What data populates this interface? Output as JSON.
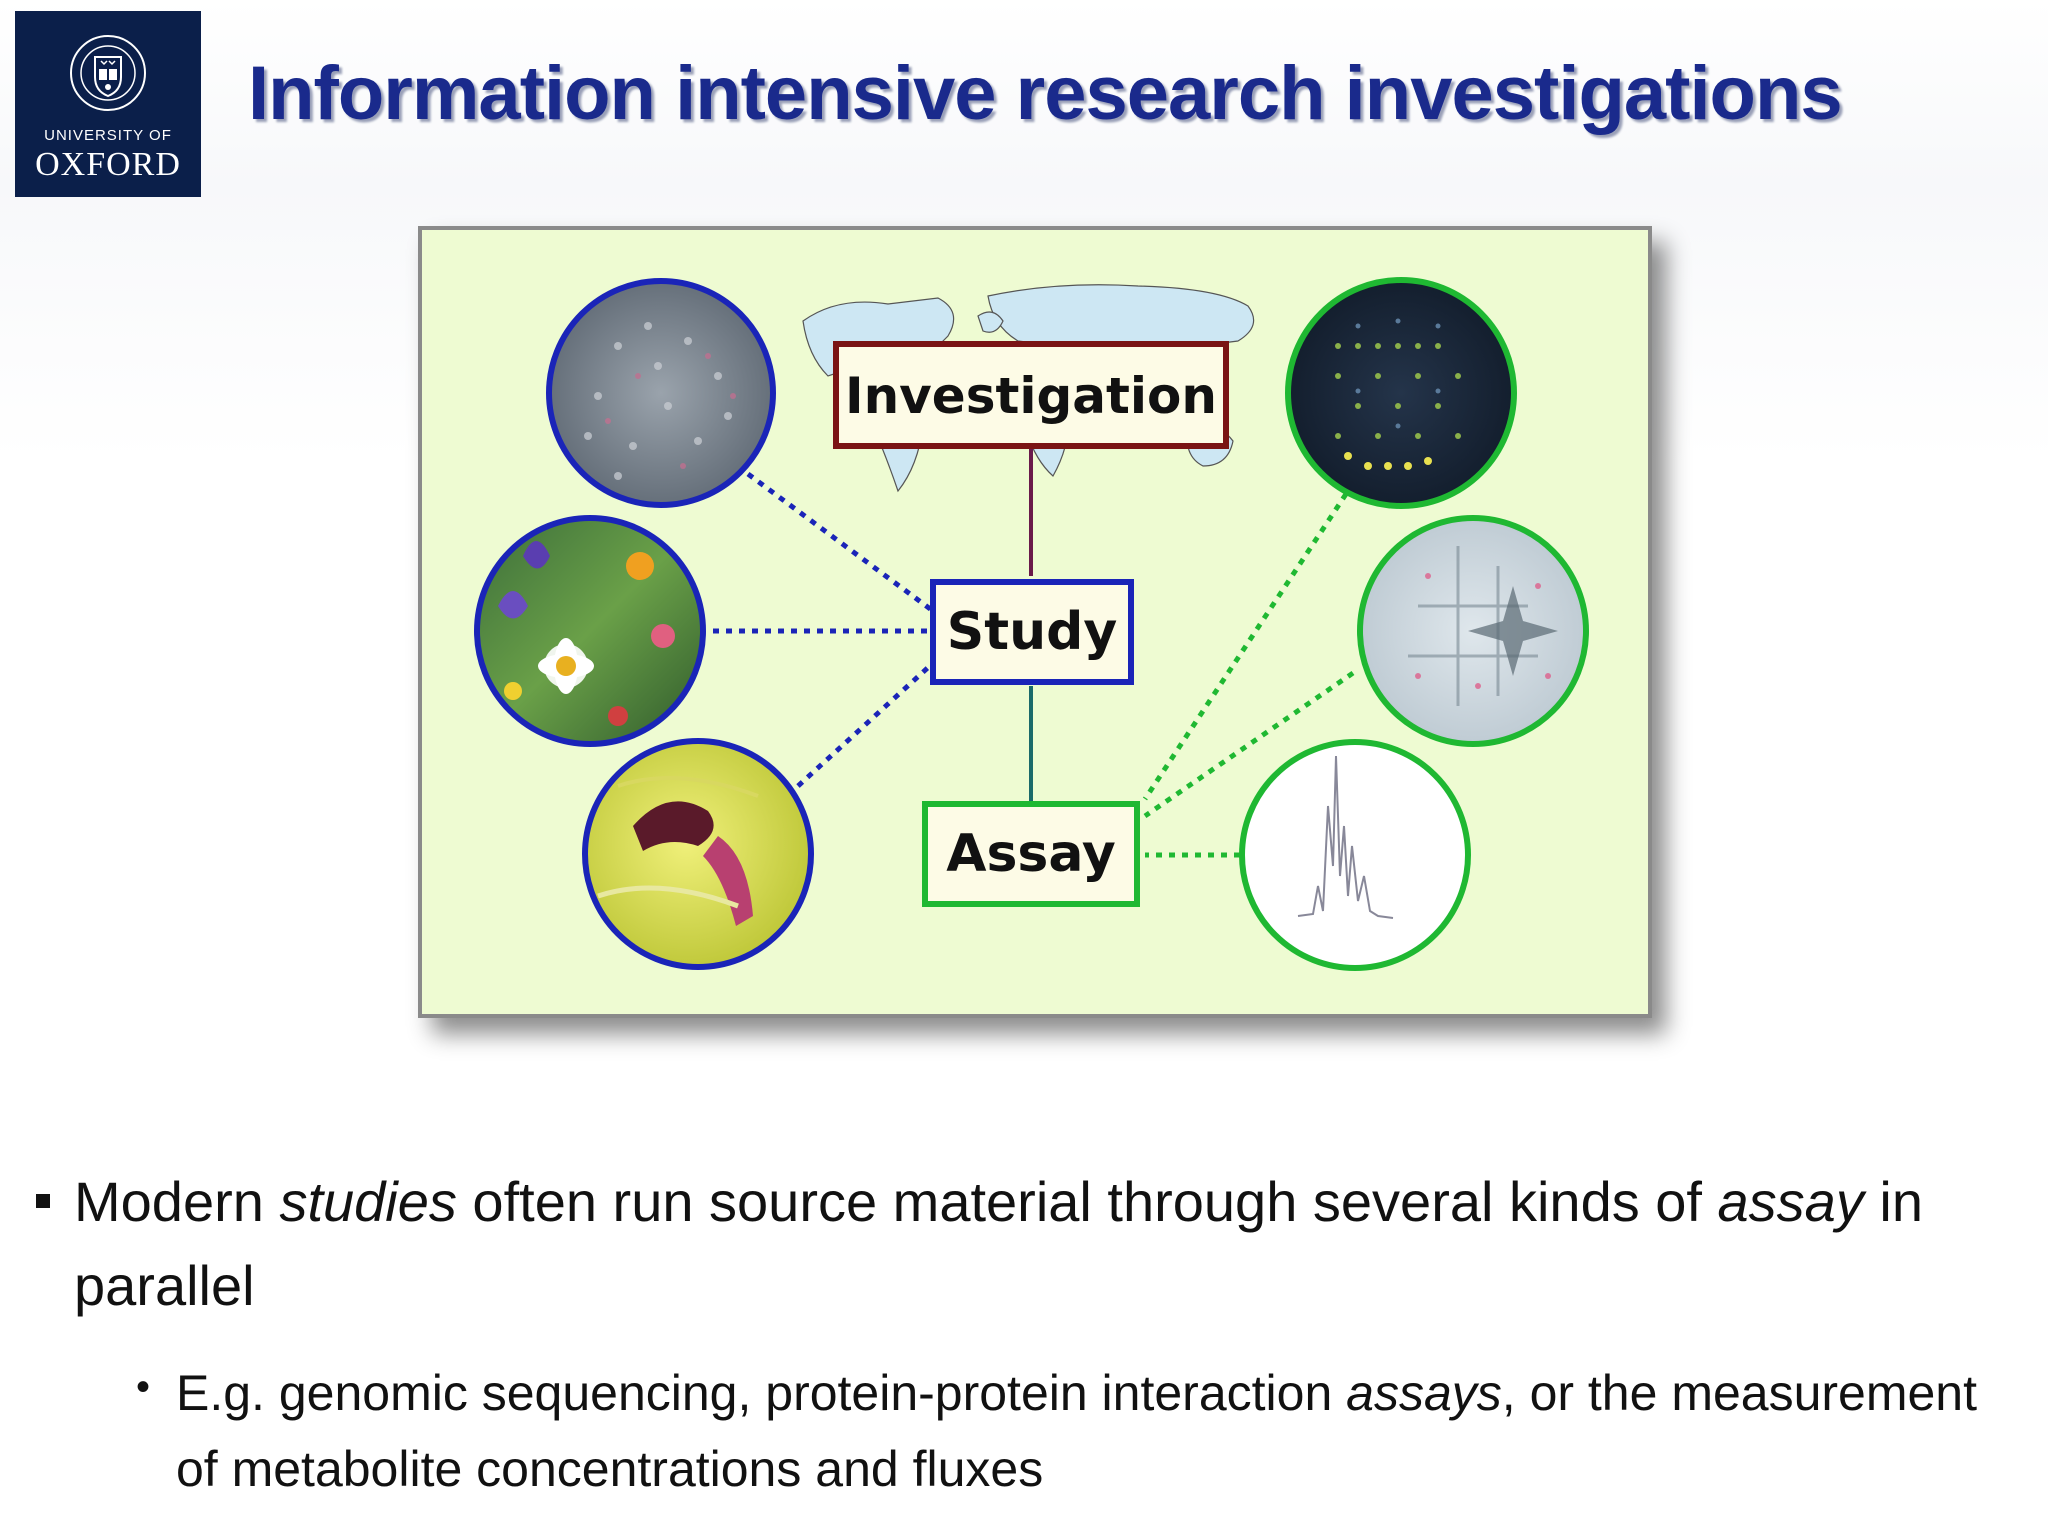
{
  "slide": {
    "title": "Information intensive research investigations"
  },
  "logo": {
    "line1": "UNIVERSITY OF",
    "line2": "OXFORD",
    "emblem": "oxford-crest-icon",
    "background": "#0b1f4a"
  },
  "diagram": {
    "background": "#eefbd2",
    "nodes": {
      "investigation": "Investigation",
      "study": "Study",
      "assay": "Assay"
    },
    "colors": {
      "investigation": "#7a1414",
      "study": "#1a24b8",
      "assay": "#1fb832"
    },
    "source_images": [
      "crowd-photo",
      "wildflowers-photo",
      "microbe-photo"
    ],
    "assay_images": [
      "microarray-photo",
      "gel-spots-photo",
      "spectrum-plot"
    ],
    "backdrop": "world-map"
  },
  "bullets": [
    {
      "parts": [
        {
          "text": "Modern ",
          "italic": false
        },
        {
          "text": "studies",
          "italic": true
        },
        {
          "text": " often run source material through several kinds of ",
          "italic": false
        },
        {
          "text": "assay",
          "italic": true
        },
        {
          "text": " in parallel",
          "italic": false
        }
      ],
      "children": [
        {
          "parts": [
            {
              "text": "E.g. genomic sequencing, protein-protein interaction ",
              "italic": false
            },
            {
              "text": "assays",
              "italic": true
            },
            {
              "text": ", or the measurement of metabolite concentrations and fluxes",
              "italic": false
            }
          ]
        }
      ]
    }
  ]
}
